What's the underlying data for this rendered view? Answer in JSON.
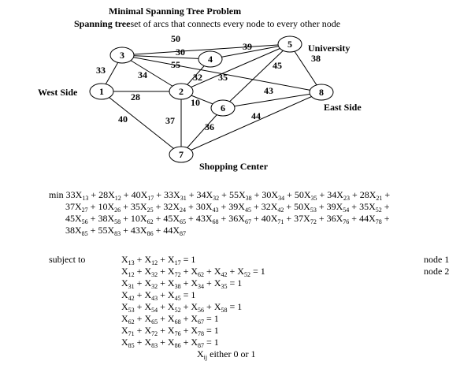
{
  "title": "Minimal Spanning Tree Problem",
  "subtitle": {
    "term": "Spanning tree",
    "rest": "set of arcs that connects every node to every other node"
  },
  "place_labels": {
    "university": "University",
    "west_side": "West Side",
    "east_side": "East Side",
    "shopping_center": "Shopping Center"
  },
  "nodes": [
    {
      "id": "1",
      "label": "1"
    },
    {
      "id": "2",
      "label": "2"
    },
    {
      "id": "3",
      "label": "3"
    },
    {
      "id": "4",
      "label": "4"
    },
    {
      "id": "5",
      "label": "5"
    },
    {
      "id": "6",
      "label": "6"
    },
    {
      "id": "7",
      "label": "7"
    },
    {
      "id": "8",
      "label": "8"
    }
  ],
  "edges": [
    {
      "from": "1",
      "to": "3",
      "weight": "33"
    },
    {
      "from": "1",
      "to": "2",
      "weight": "28"
    },
    {
      "from": "1",
      "to": "7",
      "weight": "40"
    },
    {
      "from": "3",
      "to": "2",
      "weight": "34"
    },
    {
      "from": "3",
      "to": "5",
      "weight": "50"
    },
    {
      "from": "3",
      "to": "4",
      "weight": "30"
    },
    {
      "from": "3",
      "to": "8",
      "weight": "55"
    },
    {
      "from": "4",
      "to": "5",
      "weight": "39"
    },
    {
      "from": "4",
      "to": "2",
      "weight": "32"
    },
    {
      "from": "5",
      "to": "2",
      "weight": "35"
    },
    {
      "from": "5",
      "to": "6",
      "weight": "45"
    },
    {
      "from": "5",
      "to": "8",
      "weight": "38"
    },
    {
      "from": "2",
      "to": "6",
      "weight": "10"
    },
    {
      "from": "2",
      "to": "7",
      "weight": "37"
    },
    {
      "from": "6",
      "to": "8",
      "weight": "43"
    },
    {
      "from": "6",
      "to": "7",
      "weight": "36"
    },
    {
      "from": "7",
      "to": "8",
      "weight": "44"
    }
  ],
  "objective": {
    "prefix": "min",
    "terms": [
      [
        "33",
        "13"
      ],
      [
        "28",
        "12"
      ],
      [
        "40",
        "17"
      ],
      [
        "33",
        "31"
      ],
      [
        "34",
        "32"
      ],
      [
        "55",
        "38"
      ],
      [
        "30",
        "34"
      ],
      [
        "50",
        "35"
      ],
      [
        "34",
        "23"
      ],
      [
        "28",
        "21"
      ],
      [
        "37",
        "27"
      ],
      [
        "10",
        "26"
      ],
      [
        "35",
        "25"
      ],
      [
        "32",
        "24"
      ],
      [
        "30",
        "43"
      ],
      [
        "39",
        "45"
      ],
      [
        "32",
        "42"
      ],
      [
        "50",
        "53"
      ],
      [
        "39",
        "54"
      ],
      [
        "35",
        "52"
      ],
      [
        "45",
        "56"
      ],
      [
        "38",
        "58"
      ],
      [
        "10",
        "62"
      ],
      [
        "45",
        "65"
      ],
      [
        "43",
        "68"
      ],
      [
        "36",
        "67"
      ],
      [
        "40",
        "71"
      ],
      [
        "37",
        "72"
      ],
      [
        "36",
        "76"
      ],
      [
        "44",
        "78"
      ],
      [
        "38",
        "85"
      ],
      [
        "55",
        "83"
      ],
      [
        "43",
        "86"
      ],
      [
        "44",
        "87"
      ]
    ],
    "line_breaks": [
      10,
      20,
      30
    ]
  },
  "subject_to": "subject to",
  "constraints": [
    {
      "vars": [
        "13",
        "12",
        "17"
      ],
      "rhs": "1",
      "note": "node 1"
    },
    {
      "vars": [
        "12",
        "32",
        "72",
        "62",
        "42",
        "52"
      ],
      "rhs": "1",
      "note": "node 2"
    },
    {
      "vars": [
        "31",
        "32",
        "38",
        "34",
        "35"
      ],
      "rhs": "1",
      "note": ""
    },
    {
      "vars": [
        "42",
        "43",
        "45"
      ],
      "rhs": "1",
      "note": ""
    },
    {
      "vars": [
        "53",
        "54",
        "52",
        "56",
        "58"
      ],
      "rhs": "1",
      "note": ""
    },
    {
      "vars": [
        "62",
        "65",
        "68",
        "67"
      ],
      "rhs": "1",
      "note": ""
    },
    {
      "vars": [
        "71",
        "72",
        "76",
        "78"
      ],
      "rhs": "1",
      "note": ""
    },
    {
      "vars": [
        "85",
        "83",
        "86",
        "87"
      ],
      "rhs": "1",
      "note": ""
    }
  ],
  "binary_note": {
    "var": "X",
    "sub": "ij",
    "text": " either 0  or 1"
  }
}
